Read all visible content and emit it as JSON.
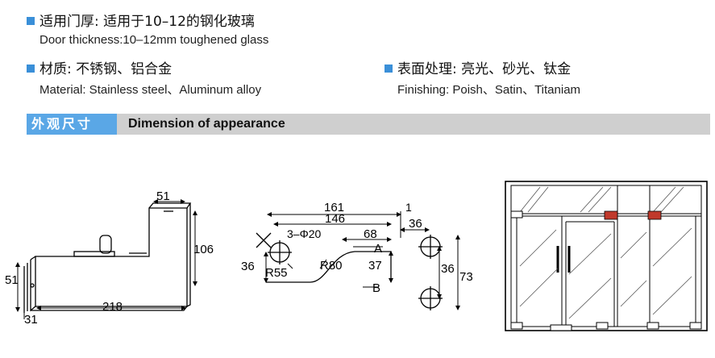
{
  "specs": {
    "thickness_cn": "适用门厚: 适用于10–12的钢化玻璃",
    "thickness_en": "Door thickness:10–12mm toughened glass",
    "material_cn": "材质: 不锈钢、铝合金",
    "material_en": "Material: Stainless steel、Aluminum alloy",
    "finish_cn": "表面处理: 亮光、砂光、钛金",
    "finish_en": "Finishing: Poish、Satin、Titaniam"
  },
  "section": {
    "tag": "外观尺寸",
    "title": "Dimension of appearance"
  },
  "dims_left": {
    "d51": "51",
    "d106": "106",
    "d51b": "51",
    "d218": "218",
    "d31": "31"
  },
  "dims_mid": {
    "d161": "161",
    "d1": "1",
    "d146": "146",
    "d36": "36",
    "phi": "3–Φ20",
    "d68": "68",
    "a": "A",
    "d36b": "36",
    "r80": "R80",
    "r55": "R55",
    "d37": "37",
    "b": "B",
    "d36c": "36",
    "d73": "73"
  },
  "colors": {
    "bullet": "#3a8fd8",
    "tag": "#5aa7e6",
    "banner": "#cfcfcf",
    "fitting": "#c0392b"
  }
}
